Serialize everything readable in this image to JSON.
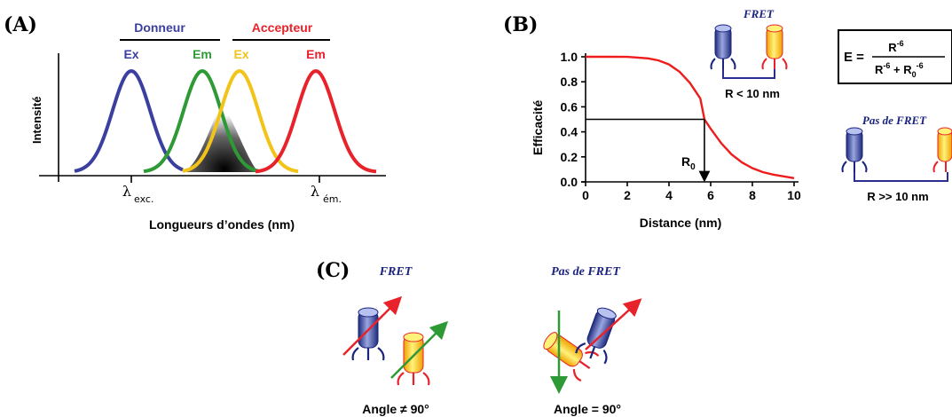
{
  "panel_a": {
    "label": "(A)",
    "donor_label": "Donneur",
    "acceptor_label": "Accepteur",
    "donor_ex": "Ex",
    "donor_em": "Em",
    "acceptor_ex": "Ex",
    "acceptor_em": "Em",
    "ylabel": "Intensité",
    "xlabel": "Longueurs d’ondes (nm)",
    "lambda_exc_symbol": "λ",
    "lambda_exc_sub": "exc.",
    "lambda_em_symbol": "λ",
    "lambda_em_sub": "ém.",
    "colors": {
      "donor": "#3a3fa0",
      "donor_em": "#2e9a35",
      "acceptor_ex": "#f2c318",
      "acceptor": "#e8222a"
    }
  },
  "panel_b": {
    "label": "(B)",
    "fret_title": "FRET",
    "no_fret_title": "Pas de FRET",
    "r_small": "R < 10 nm",
    "r_large": "R >> 10 nm",
    "r0_label": "R",
    "r0_sub": "0",
    "formula": {
      "lhs": "E =",
      "numerator_base": "R",
      "numerator_exp": "-6",
      "den_part1_base": "R",
      "den_part1_exp": "-6",
      "den_plus": " + R",
      "den_part2_sub": "0",
      "den_part2_exp": "-6"
    }
  },
  "chart_data": {
    "type": "line",
    "xlabel": "Distance (nm)",
    "ylabel": "Efficacité",
    "xlim": [
      0,
      10
    ],
    "ylim": [
      0,
      1.0
    ],
    "x_ticks": [
      "0",
      "2",
      "4",
      "6",
      "8",
      "10"
    ],
    "y_ticks": [
      "0.0",
      "0.2",
      "0.4",
      "0.6",
      "0.8",
      "1.0"
    ],
    "series": [
      {
        "color": "#ee1c1c",
        "x": [
          0,
          1,
          2,
          3,
          3.5,
          4,
          4.5,
          5,
          5.5,
          5.7,
          6,
          6.5,
          7,
          7.5,
          8,
          8.5,
          9,
          10
        ],
        "y": [
          1.0,
          1.0,
          0.999,
          0.987,
          0.971,
          0.939,
          0.881,
          0.792,
          0.667,
          0.5,
          0.425,
          0.31,
          0.22,
          0.155,
          0.11,
          0.078,
          0.058,
          0.03
        ]
      }
    ],
    "r0_value": 5.7,
    "r0_efficiency": 0.5
  },
  "panel_c": {
    "label": "(C)",
    "fret_title": "FRET",
    "no_fret_title": "Pas de FRET",
    "angle_neq": "Angle ≠ 90°",
    "angle_eq": "Angle = 90°"
  }
}
